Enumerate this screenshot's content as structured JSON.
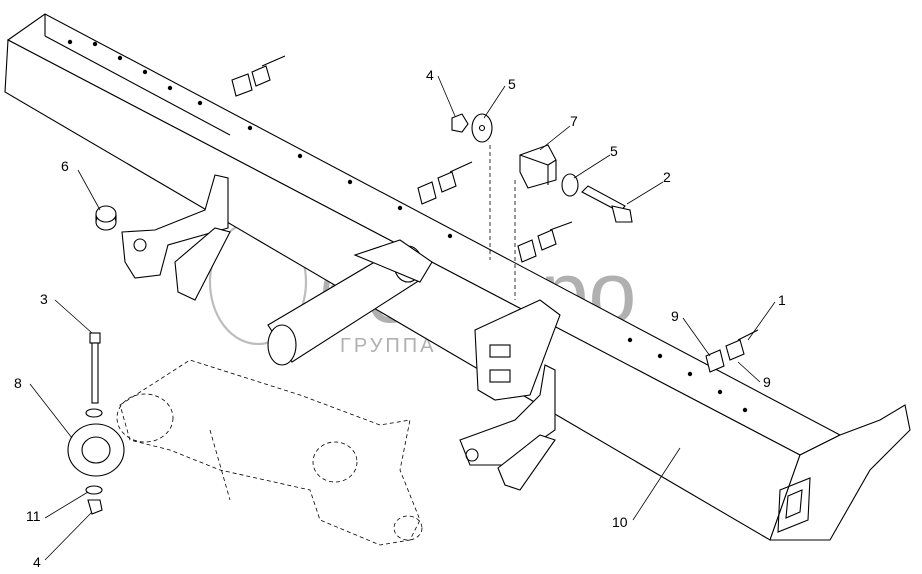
{
  "watermark": {
    "brand": "белагро",
    "subtitle": "ГРУППА КОМПАНИЙ"
  },
  "callouts": [
    {
      "id": "c1",
      "text": "1"
    },
    {
      "id": "c2",
      "text": "2"
    },
    {
      "id": "c3",
      "text": "3"
    },
    {
      "id": "c4a",
      "text": "4"
    },
    {
      "id": "c4b",
      "text": "4"
    },
    {
      "id": "c5a",
      "text": "5"
    },
    {
      "id": "c5b",
      "text": "5"
    },
    {
      "id": "c6",
      "text": "6"
    },
    {
      "id": "c7",
      "text": "7"
    },
    {
      "id": "c8",
      "text": "8"
    },
    {
      "id": "c9a",
      "text": "9"
    },
    {
      "id": "c9b",
      "text": "9"
    },
    {
      "id": "c10",
      "text": "10"
    },
    {
      "id": "c11",
      "text": "11"
    }
  ]
}
